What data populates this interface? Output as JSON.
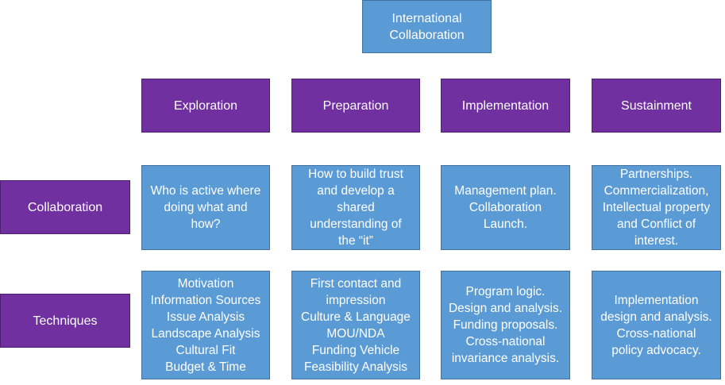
{
  "title": "International\nCollaboration",
  "phases": [
    "Exploration",
    "Preparation",
    "Implementation",
    "Sustainment"
  ],
  "rows": [
    {
      "label": "Collaboration",
      "cells": [
        "Who is active where\ndoing what and\nhow?",
        "How to build trust\nand develop a\nshared\nunderstanding of\nthe “it”",
        "Management plan.\nCollaboration\nLaunch.",
        "Partnerships.\nCommercialization,\nIntellectual property\nand Conflict of\ninterest."
      ]
    },
    {
      "label": "Techniques",
      "cells": [
        "Motivation\nInformation Sources\nIssue Analysis\nLandscape Analysis\nCultural Fit\nBudget & Time",
        "First contact and\nimpression\nCulture & Language\nMOU/NDA\nFunding Vehicle\nFeasibility Analysis",
        "Program logic.\nDesign and analysis.\nFunding proposals.\nCross-national\ninvariance analysis.",
        "Implementation\ndesign and analysis.\nCross-national\npolicy advocacy."
      ]
    }
  ]
}
